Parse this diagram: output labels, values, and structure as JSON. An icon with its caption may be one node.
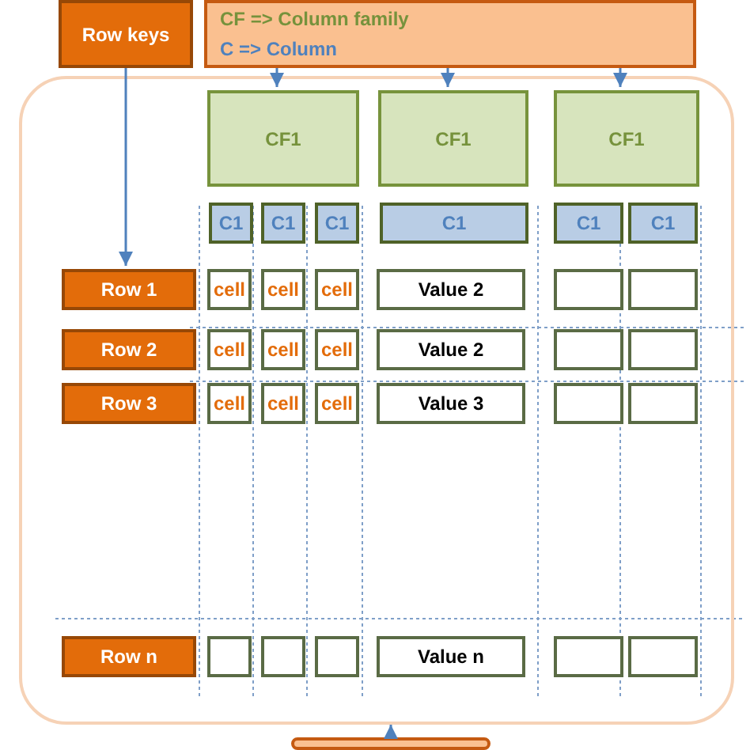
{
  "diagram": {
    "nodes": [
      {
        "text": [
          "Row keys"
        ]
      },
      {
        "text": [
          "CF => Column family",
          "C => Column"
        ]
      },
      {
        "text": [],
        "shape": "box"
      },
      {
        "text": [
          "CF1"
        ],
        "in": 2
      },
      {
        "text": [
          "CF1"
        ],
        "in": 2
      },
      {
        "text": [
          "CF1"
        ],
        "in": 2
      },
      {
        "text": [
          "C1"
        ],
        "in": 2
      },
      {
        "text": [
          "C1"
        ],
        "in": 2
      },
      {
        "text": [
          "C1"
        ],
        "in": 2
      },
      {
        "text": [
          "C1"
        ],
        "in": 2
      },
      {
        "text": [
          "C1"
        ],
        "in": 2
      },
      {
        "text": [
          "C1"
        ],
        "in": 2
      },
      {
        "text": [
          "Row 1"
        ],
        "in": 2
      },
      {
        "text": [
          "cell"
        ],
        "in": 2
      },
      {
        "text": [
          "cell"
        ],
        "in": 2
      },
      {
        "text": [
          "cell"
        ],
        "in": 2
      },
      {
        "text": [
          "Value 2"
        ],
        "in": 2
      },
      {
        "text": [],
        "shape": "box",
        "in": 2
      },
      {
        "text": [],
        "shape": "box",
        "in": 2
      },
      {
        "text": [
          "Row 2"
        ],
        "in": 2
      },
      {
        "text": [
          "cell"
        ],
        "in": 2
      },
      {
        "text": [
          "cell"
        ],
        "in": 2
      },
      {
        "text": [
          "cell"
        ],
        "in": 2
      },
      {
        "text": [
          "Value 2"
        ],
        "in": 2
      },
      {
        "text": [],
        "shape": "box",
        "in": 2
      },
      {
        "text": [],
        "shape": "box",
        "in": 2
      },
      {
        "text": [
          "Row 3"
        ],
        "in": 2
      },
      {
        "text": [
          "cell"
        ],
        "in": 2
      },
      {
        "text": [
          "cell"
        ],
        "in": 2
      },
      {
        "text": [
          "cell"
        ],
        "in": 2
      },
      {
        "text": [
          "Value 3"
        ],
        "in": 2
      },
      {
        "text": [],
        "shape": "box",
        "in": 2
      },
      {
        "text": [],
        "shape": "box",
        "in": 2
      },
      {
        "text": [
          "Row n"
        ],
        "in": 2
      },
      {
        "text": [],
        "shape": "box",
        "in": 2
      },
      {
        "text": [],
        "shape": "box",
        "in": 2
      },
      {
        "text": [],
        "shape": "box",
        "in": 2
      },
      {
        "text": [
          "Value n"
        ],
        "in": 2
      },
      {
        "text": [],
        "shape": "box",
        "in": 2
      },
      {
        "text": [],
        "shape": "box",
        "in": 2
      },
      {
        "text": [],
        "shape": "box"
      }
    ],
    "edges": [
      {
        "from": 0,
        "to": 12,
        "arrow": "to"
      },
      {
        "from": 1,
        "to": 3,
        "arrow": "to"
      },
      {
        "from": 1,
        "to": 4,
        "arrow": "to"
      },
      {
        "from": 1,
        "to": 5,
        "arrow": "to"
      },
      {
        "from": 40,
        "to": 2,
        "arrow": "to"
      }
    ]
  }
}
